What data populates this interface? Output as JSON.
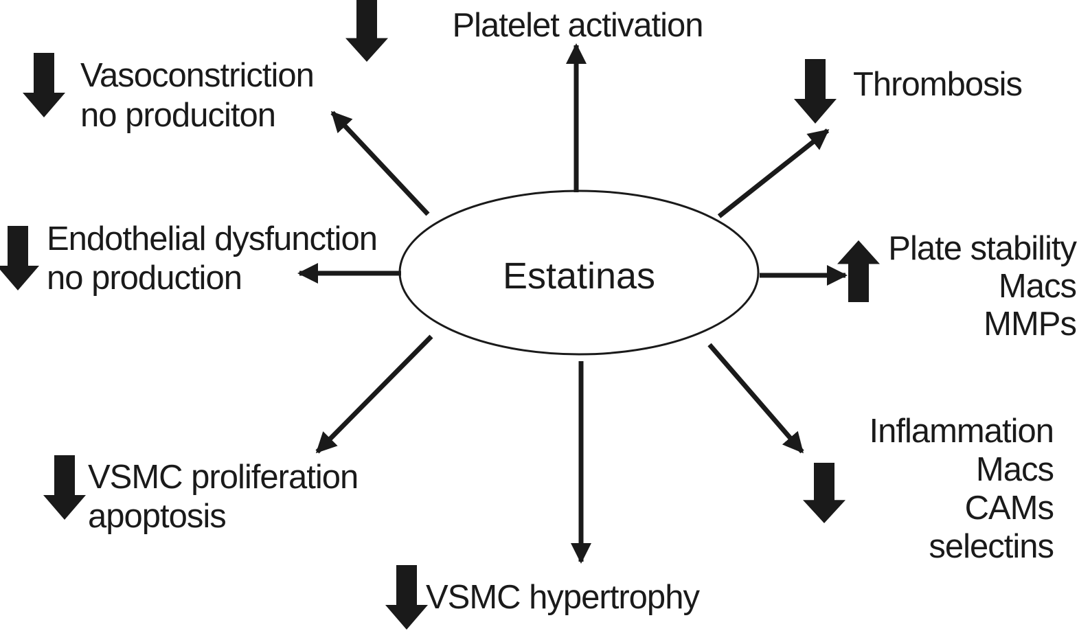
{
  "diagram": {
    "center": {
      "label": "Estatinas"
    },
    "nodes": [
      {
        "id": "platelet-activation",
        "indicator": "decrease",
        "lines": [
          "Platelet activation"
        ]
      },
      {
        "id": "vasoconstriction",
        "indicator": "decrease",
        "lines": [
          "Vasoconstriction",
          "no produciton"
        ]
      },
      {
        "id": "endothelial-dysfunction",
        "indicator": "decrease",
        "lines": [
          "Endothelial dysfunction",
          "no production"
        ]
      },
      {
        "id": "vsmc-proliferation",
        "indicator": "decrease",
        "lines": [
          "VSMC proliferation",
          "apoptosis"
        ]
      },
      {
        "id": "vsmc-hypertrophy",
        "indicator": "decrease",
        "lines": [
          "VSMC hypertrophy"
        ]
      },
      {
        "id": "thrombosis",
        "indicator": "decrease",
        "lines": [
          "Thrombosis"
        ]
      },
      {
        "id": "plate-stability",
        "indicator": "increase",
        "lines": [
          "Plate stability",
          "Macs",
          "MMPs"
        ]
      },
      {
        "id": "inflammation",
        "indicator": "decrease",
        "lines": [
          "Inflammation",
          "Macs",
          "CAMs",
          "selectins"
        ]
      }
    ],
    "colors": {
      "ink": "#1a1a1a",
      "background": "#ffffff"
    }
  }
}
